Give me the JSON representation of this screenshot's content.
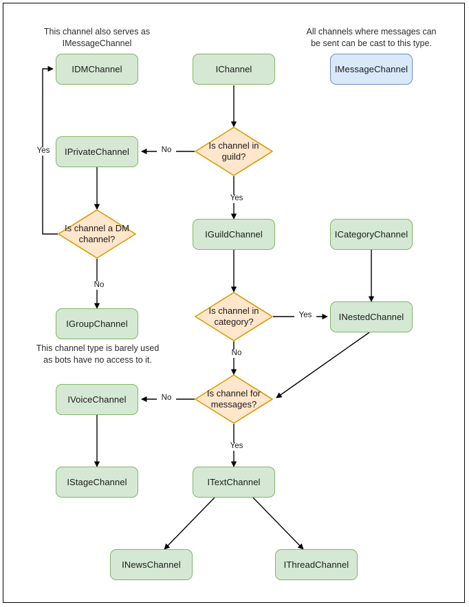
{
  "diagram": {
    "title": "Discord.Net channel interface hierarchy flowchart",
    "colors": {
      "node_green_fill": "#d5e8d4",
      "node_green_border": "#82b366",
      "node_blue_fill": "#dae8fc",
      "node_blue_border": "#6c8ebf",
      "decision_fill": "#ffe6cc",
      "decision_border": "#d79b00",
      "edge_stroke": "#000000",
      "text": "#1a1a1a",
      "frame_border": "#000000",
      "background": "#ffffff"
    },
    "notes": [
      {
        "id": "note-dm",
        "text": "This channel also serves as IMessageChannel"
      },
      {
        "id": "note-message",
        "text": "All channels where messages can be sent can be cast to this type."
      },
      {
        "id": "note-group",
        "text": "This channel type is barely used as bots have no access to it."
      }
    ],
    "nodes": [
      {
        "id": "idmchannel",
        "label": "IDMChannel",
        "shape": "rounded-rect",
        "style": "green"
      },
      {
        "id": "ichannel",
        "label": "IChannel",
        "shape": "rounded-rect",
        "style": "green"
      },
      {
        "id": "imessagechannel",
        "label": "IMessageChannel",
        "shape": "rounded-rect",
        "style": "blue"
      },
      {
        "id": "iprivatechannel",
        "label": "IPrivateChannel",
        "shape": "rounded-rect",
        "style": "green"
      },
      {
        "id": "is-channel-in-guild",
        "label": "Is channel in guild?",
        "shape": "diamond",
        "style": "decision"
      },
      {
        "id": "is-channel-a-dm-channel",
        "label": "Is channel a DM channel?",
        "shape": "diamond",
        "style": "decision"
      },
      {
        "id": "iguildchannel",
        "label": "IGuildChannel",
        "shape": "rounded-rect",
        "style": "green"
      },
      {
        "id": "icategorychannel",
        "label": "ICategoryChannel",
        "shape": "rounded-rect",
        "style": "green"
      },
      {
        "id": "igroupchannel",
        "label": "IGroupChannel",
        "shape": "rounded-rect",
        "style": "green"
      },
      {
        "id": "is-channel-in-category",
        "label": "Is channel in category?",
        "shape": "diamond",
        "style": "decision"
      },
      {
        "id": "inestedchannel",
        "label": "INestedChannel",
        "shape": "rounded-rect",
        "style": "green"
      },
      {
        "id": "ivoicechannel",
        "label": "IVoiceChannel",
        "shape": "rounded-rect",
        "style": "green"
      },
      {
        "id": "is-channel-for-messages",
        "label": "Is channel for messages?",
        "shape": "diamond",
        "style": "decision"
      },
      {
        "id": "istagechannel",
        "label": "IStageChannel",
        "shape": "rounded-rect",
        "style": "green"
      },
      {
        "id": "itextchannel",
        "label": "ITextChannel",
        "shape": "rounded-rect",
        "style": "green"
      },
      {
        "id": "inewschannel",
        "label": "INewsChannel",
        "shape": "rounded-rect",
        "style": "green"
      },
      {
        "id": "ithreadchannel",
        "label": "IThreadChannel",
        "shape": "rounded-rect",
        "style": "green"
      }
    ],
    "edges": [
      {
        "id": "edge-ichannel-guild",
        "from": "ichannel",
        "to": "is-channel-in-guild",
        "label": ""
      },
      {
        "id": "edge-guild-no",
        "from": "is-channel-in-guild",
        "to": "iprivatechannel",
        "label": "No"
      },
      {
        "id": "edge-guild-yes",
        "from": "is-channel-in-guild",
        "to": "iguildchannel",
        "label": "Yes"
      },
      {
        "id": "edge-private-dm",
        "from": "iprivatechannel",
        "to": "is-channel-a-dm-channel",
        "label": ""
      },
      {
        "id": "edge-dm-yes",
        "from": "is-channel-a-dm-channel",
        "to": "idmchannel",
        "label": "Yes"
      },
      {
        "id": "edge-dm-no",
        "from": "is-channel-a-dm-channel",
        "to": "igroupchannel",
        "label": "No"
      },
      {
        "id": "edge-guildchannel-category",
        "from": "iguildchannel",
        "to": "is-channel-in-category",
        "label": ""
      },
      {
        "id": "edge-category-yes",
        "from": "is-channel-in-category",
        "to": "inestedchannel",
        "label": "Yes"
      },
      {
        "id": "edge-category-no",
        "from": "is-channel-in-category",
        "to": "is-channel-for-messages",
        "label": "No"
      },
      {
        "id": "edge-categorychannel-nested",
        "from": "icategorychannel",
        "to": "inestedchannel",
        "label": ""
      },
      {
        "id": "edge-nested-messages",
        "from": "inestedchannel",
        "to": "is-channel-for-messages",
        "label": ""
      },
      {
        "id": "edge-messages-no",
        "from": "is-channel-for-messages",
        "to": "ivoicechannel",
        "label": "No"
      },
      {
        "id": "edge-messages-yes",
        "from": "is-channel-for-messages",
        "to": "itextchannel",
        "label": "Yes"
      },
      {
        "id": "edge-voice-stage",
        "from": "ivoicechannel",
        "to": "istagechannel",
        "label": ""
      },
      {
        "id": "edge-text-news",
        "from": "itextchannel",
        "to": "inewschannel",
        "label": ""
      },
      {
        "id": "edge-text-thread",
        "from": "itextchannel",
        "to": "ithreadchannel",
        "label": ""
      }
    ],
    "edge_labels": [
      {
        "id": "label-yes-dm-loop",
        "text": "Yes"
      },
      {
        "id": "label-no-guild",
        "text": "No"
      },
      {
        "id": "label-yes-guild",
        "text": "Yes"
      },
      {
        "id": "label-no-dm",
        "text": "No"
      },
      {
        "id": "label-yes-category",
        "text": "Yes"
      },
      {
        "id": "label-no-category",
        "text": "No"
      },
      {
        "id": "label-no-messages",
        "text": "No"
      },
      {
        "id": "label-yes-messages",
        "text": "Yes"
      }
    ]
  }
}
